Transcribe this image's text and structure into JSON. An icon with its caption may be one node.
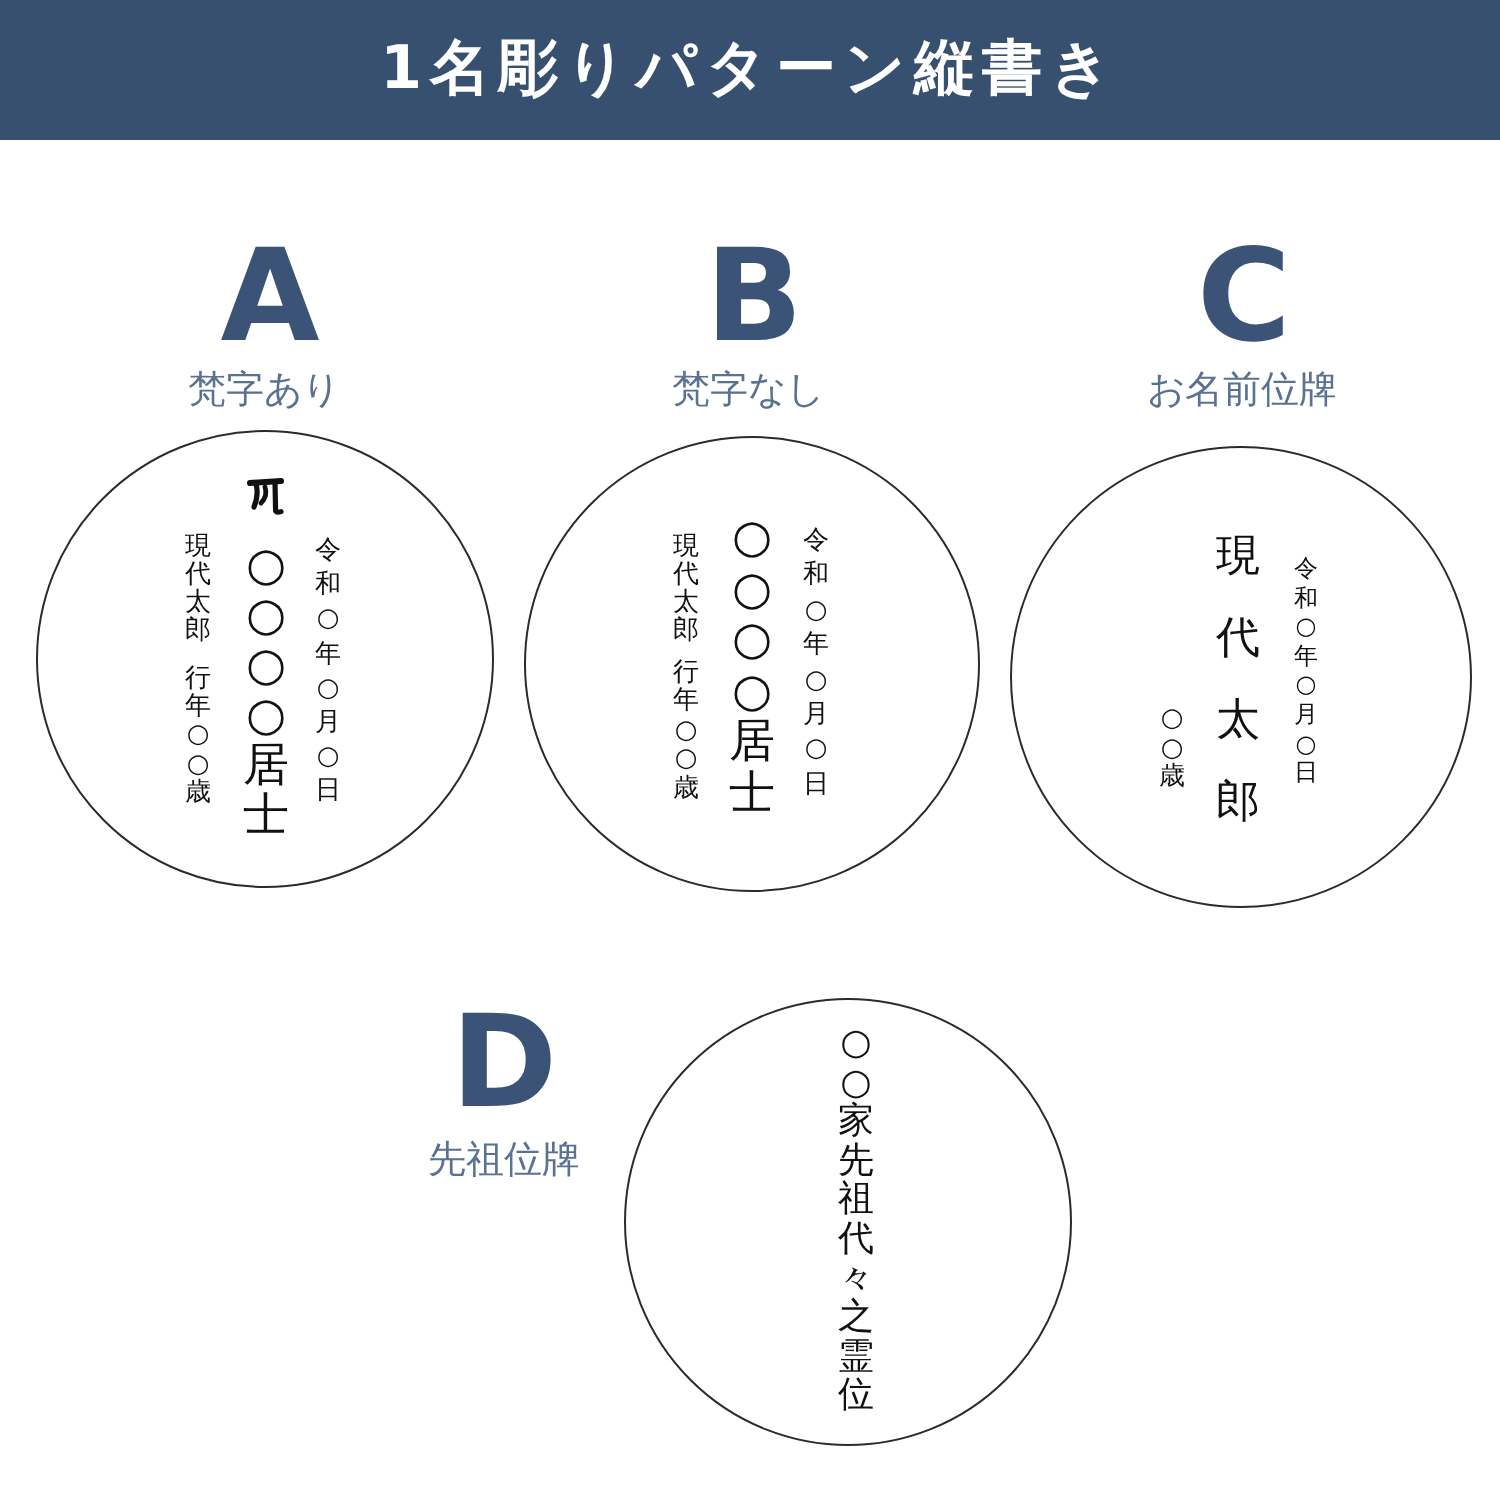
{
  "diagram": {
    "title": "1名彫りパターン縦書き",
    "nodes": [
      {
        "text": [
          "A",
          "梵字あり",
          "令和○年○月○日",
          "○○○○居士",
          "現代太郎",
          "行年○○歳"
        ]
      },
      {
        "text": [
          "B",
          "梵字なし",
          "令和○年○月○日",
          "○○○○居士",
          "現代太郎",
          "行年○○歳"
        ]
      },
      {
        "text": [
          "C",
          "お名前位牌",
          "令和○年○月○日",
          "現代太郎",
          "○○歳"
        ]
      },
      {
        "text": [
          "D",
          "先祖位牌",
          "○○家先祖代々之霊位"
        ]
      }
    ]
  }
}
